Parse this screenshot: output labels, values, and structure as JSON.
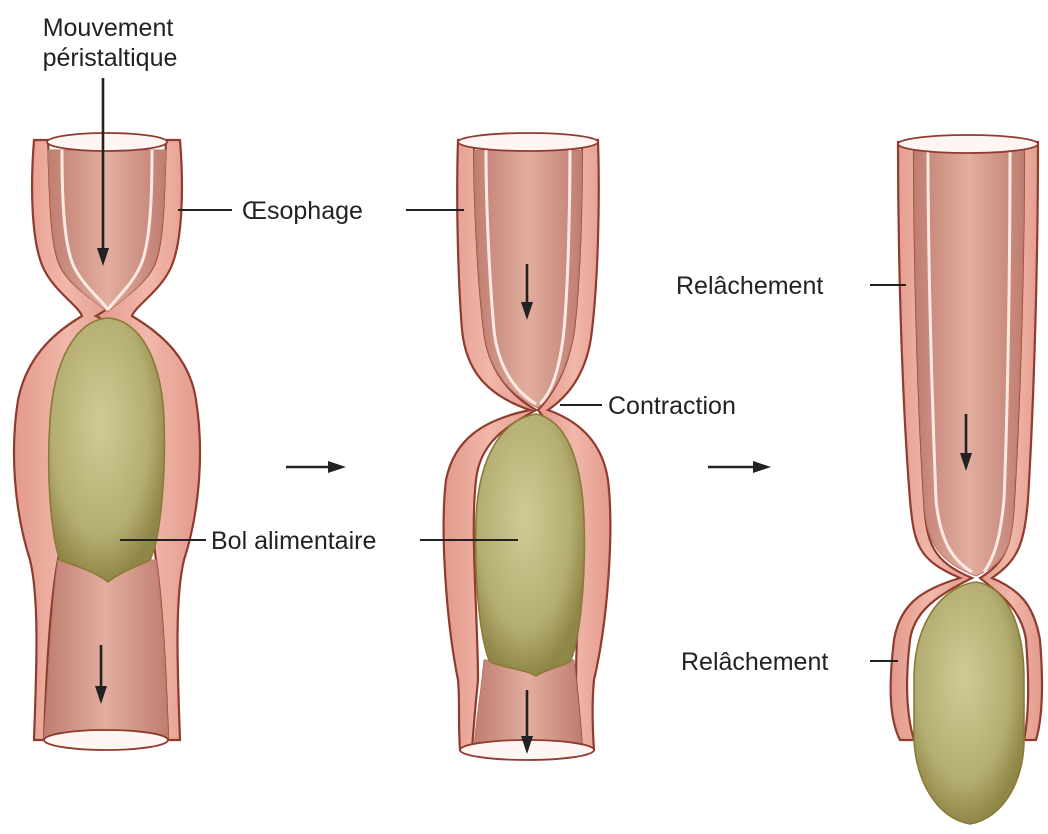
{
  "labels": {
    "peristaltic_line1": "Mouvement",
    "peristaltic_line2": "péristaltique",
    "esophagus": "Œsophage",
    "relaxation_top": "Relâchement",
    "contraction": "Contraction",
    "food_bolus": "Bol alimentaire",
    "relaxation_bottom": "Relâchement"
  },
  "colors": {
    "wall": "#e9a596",
    "wall_outline": "#8f3b2e",
    "lumen": "#d4978a",
    "bolus": "#b7b37a",
    "text": "#222222"
  }
}
